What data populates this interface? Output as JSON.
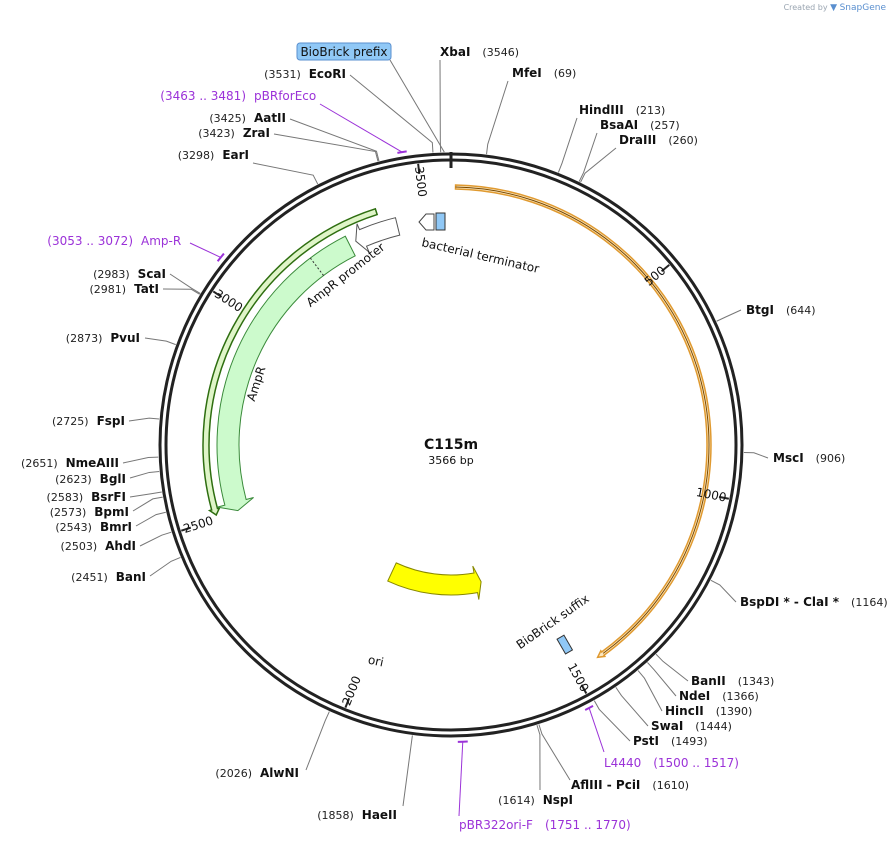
{
  "branding": {
    "prefix": "Created by",
    "name": "SnapGene"
  },
  "plasmid": {
    "name": "C115m",
    "length_label": "3566 bp",
    "length": 3566
  },
  "colors": {
    "backbone": "#222222",
    "ampr_fill": "#ccfacc",
    "ampr_stroke": "#3a8a3a",
    "ori_fill": "#ffff00",
    "ori_stroke": "#888800",
    "orange": "#e09a30",
    "darkgreen": "#2e6e10",
    "terminator_fill": "#90c8f6",
    "primer": "#9b32d8"
  },
  "ticks": [
    {
      "pos": 500,
      "label": "500"
    },
    {
      "pos": 1000,
      "label": "1000"
    },
    {
      "pos": 1500,
      "label": "1500"
    },
    {
      "pos": 2000,
      "label": "2000"
    },
    {
      "pos": 2500,
      "label": "2500"
    },
    {
      "pos": 3000,
      "label": "3000"
    },
    {
      "pos": 3500,
      "label": "3500"
    }
  ],
  "enzymes": [
    {
      "name": "XbaI",
      "pos_label": "(3546)",
      "site": 3546
    },
    {
      "name": "MfeI",
      "pos_label": "(69)",
      "site": 69
    },
    {
      "name": "HindIII",
      "pos_label": "(213)",
      "site": 213
    },
    {
      "name": "BsaAI",
      "pos_label": "(257)",
      "site": 257
    },
    {
      "name": "DraIII",
      "pos_label": "(260)",
      "site": 260
    },
    {
      "name": "BtgI",
      "pos_label": "(644)",
      "site": 644
    },
    {
      "name": "MscI",
      "pos_label": "(906)",
      "site": 906
    },
    {
      "name": "BspDI * - ClaI *",
      "pos_label": "(1164)",
      "site": 1164
    },
    {
      "name": "BanII",
      "pos_label": "(1343)",
      "site": 1343
    },
    {
      "name": "NdeI",
      "pos_label": "(1366)",
      "site": 1366
    },
    {
      "name": "HincII",
      "pos_label": "(1390)",
      "site": 1390
    },
    {
      "name": "SwaI",
      "pos_label": "(1444)",
      "site": 1444
    },
    {
      "name": "PstI",
      "pos_label": "(1493)",
      "site": 1493
    },
    {
      "name": "AflIII - PciI",
      "pos_label": "(1610)",
      "site": 1610
    },
    {
      "name": "NspI",
      "pos_label": "(1614)",
      "site": 1614
    },
    {
      "name": "HaeII",
      "pos_label": "(1858)",
      "site": 1858
    },
    {
      "name": "AlwNI",
      "pos_label": "(2026)",
      "site": 2026
    },
    {
      "name": "BanI",
      "pos_label": "(2451)",
      "site": 2451
    },
    {
      "name": "AhdI",
      "pos_label": "(2503)",
      "site": 2503
    },
    {
      "name": "BmrI",
      "pos_label": "(2543)",
      "site": 2543
    },
    {
      "name": "BpmI",
      "pos_label": "(2573)",
      "site": 2573
    },
    {
      "name": "BsrFI",
      "pos_label": "(2583)",
      "site": 2583
    },
    {
      "name": "BglI",
      "pos_label": "(2623)",
      "site": 2623
    },
    {
      "name": "NmeAIII",
      "pos_label": "(2651)",
      "site": 2651
    },
    {
      "name": "FspI",
      "pos_label": "(2725)",
      "site": 2725
    },
    {
      "name": "PvuI",
      "pos_label": "(2873)",
      "site": 2873
    },
    {
      "name": "TatI",
      "pos_label": "(2981)",
      "site": 2981
    },
    {
      "name": "ScaI",
      "pos_label": "(2983)",
      "site": 2983
    },
    {
      "name": "EarI",
      "pos_label": "(3298)",
      "site": 3298
    },
    {
      "name": "ZraI",
      "pos_label": "(3423)",
      "site": 3423
    },
    {
      "name": "AatII",
      "pos_label": "(3425)",
      "site": 3425
    },
    {
      "name": "EcoRI",
      "pos_label": "(3531)",
      "site": 3531
    }
  ],
  "primers": [
    {
      "name": "pBRforEco",
      "range_label": "(3463 .. 3481)",
      "start": 3463,
      "end": 3481
    },
    {
      "name": "Amp-R",
      "range_label": "(3053 .. 3072)",
      "start": 3053,
      "end": 3072
    },
    {
      "name": "L4440",
      "range_label": "(1500 .. 1517)",
      "start": 1500,
      "end": 1517
    },
    {
      "name": "pBR322ori-F",
      "range_label": "(1751 .. 1770)",
      "start": 1751,
      "end": 1770
    }
  ],
  "features": [
    {
      "name": "BioBrick prefix",
      "kind": "boxed-label"
    },
    {
      "name": "bacterial terminator",
      "kind": "terminator"
    },
    {
      "name": "AmpR promoter",
      "kind": "promoter"
    },
    {
      "name": "AmpR",
      "kind": "cds"
    },
    {
      "name": "ori",
      "kind": "rep_origin"
    },
    {
      "name": "BioBrick suffix",
      "kind": "misc"
    }
  ]
}
